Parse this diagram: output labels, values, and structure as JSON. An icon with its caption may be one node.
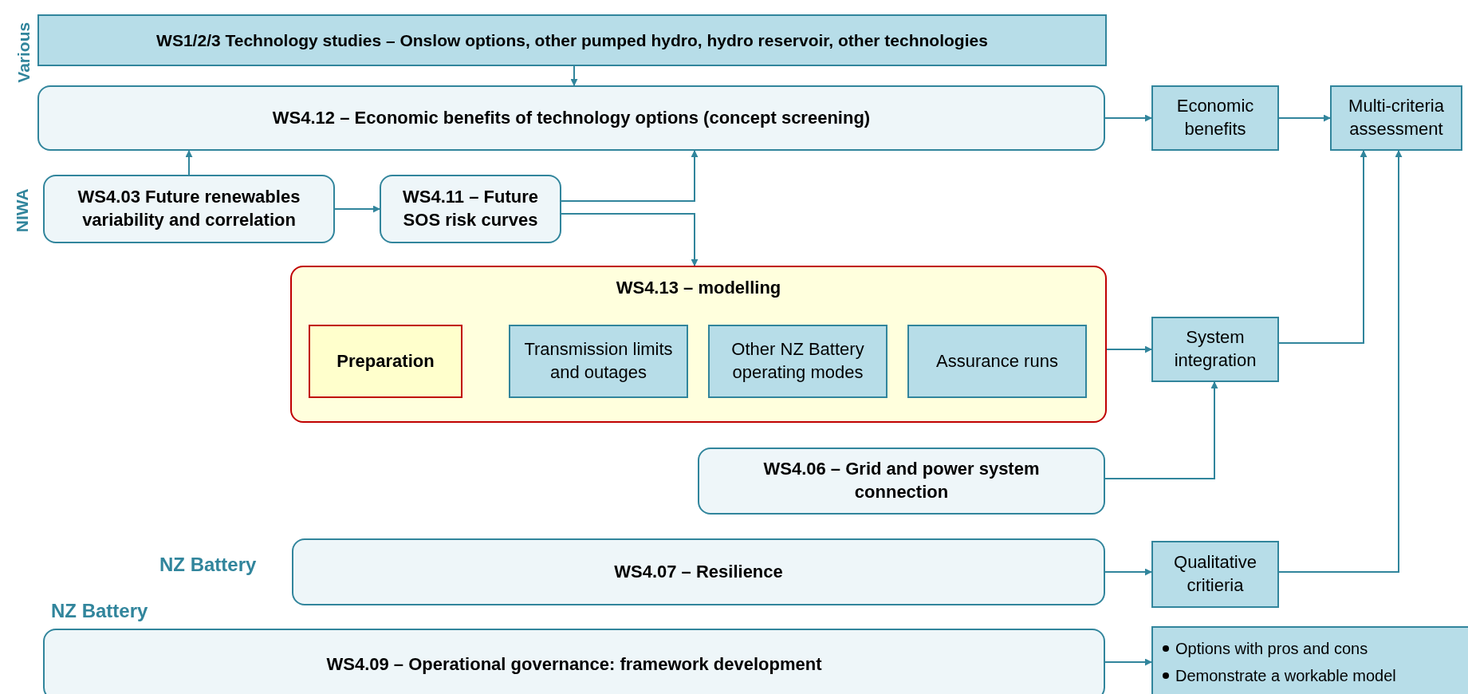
{
  "diagram": {
    "nodes": [
      {
        "text": [
          "WS1/2/3 Technology studies – Onslow options, other pumped hydro, hydro reservoir, other technologies"
        ]
      },
      {
        "text": [
          "WS4.12 – Economic benefits of technology options (concept screening)"
        ]
      },
      {
        "text": [
          "Economic benefits"
        ]
      },
      {
        "text": [
          "Multi-criteria assessment"
        ]
      },
      {
        "text": [
          "WS4.03 Future renewables variability and correlation"
        ]
      },
      {
        "text": [
          "WS4.11 – Future SOS risk curves"
        ]
      },
      {
        "text": [
          "WS4.13 – modelling"
        ]
      },
      {
        "text": [
          "Preparation"
        ],
        "in": 6
      },
      {
        "text": [
          "Transmission limits and outages"
        ],
        "in": 6
      },
      {
        "text": [
          "Other NZ Battery operating modes"
        ],
        "in": 6
      },
      {
        "text": [
          "Assurance runs"
        ],
        "in": 6
      },
      {
        "text": [
          "System integration"
        ]
      },
      {
        "text": [
          "WS4.06 – Grid and power system connection"
        ]
      },
      {
        "text": [
          "WS4.07 – Resilience"
        ]
      },
      {
        "text": [
          "Qualitative critieria"
        ]
      },
      {
        "text": [
          "WS4.09 – Operational governance: framework development"
        ],
        "beside": [
          "NZ Battery"
        ]
      },
      {
        "text": [
          "Options with pros and cons",
          "Demonstrate a workable model"
        ]
      }
    ],
    "edges": [
      {
        "from": 0,
        "to": 1,
        "arrow": "to"
      },
      {
        "from": 4,
        "to": 1,
        "arrow": "to"
      },
      {
        "from": 4,
        "to": 5,
        "arrow": "to"
      },
      {
        "from": 5,
        "to": 1,
        "arrow": "to"
      },
      {
        "from": 5,
        "to": 6,
        "arrow": "to"
      },
      {
        "from": 1,
        "to": 2,
        "arrow": "to"
      },
      {
        "from": 2,
        "to": 3,
        "arrow": "to"
      },
      {
        "from": 6,
        "to": 11,
        "arrow": "to"
      },
      {
        "from": 11,
        "to": 3,
        "arrow": "to"
      },
      {
        "from": 12,
        "to": 11,
        "arrow": "to"
      },
      {
        "from": 13,
        "to": 14,
        "arrow": "to"
      },
      {
        "from": 14,
        "to": 3,
        "arrow": "to"
      },
      {
        "from": 15,
        "to": 16,
        "arrow": "to"
      }
    ],
    "labels": [
      "Various",
      "NIWA",
      "NZ Battery"
    ]
  }
}
